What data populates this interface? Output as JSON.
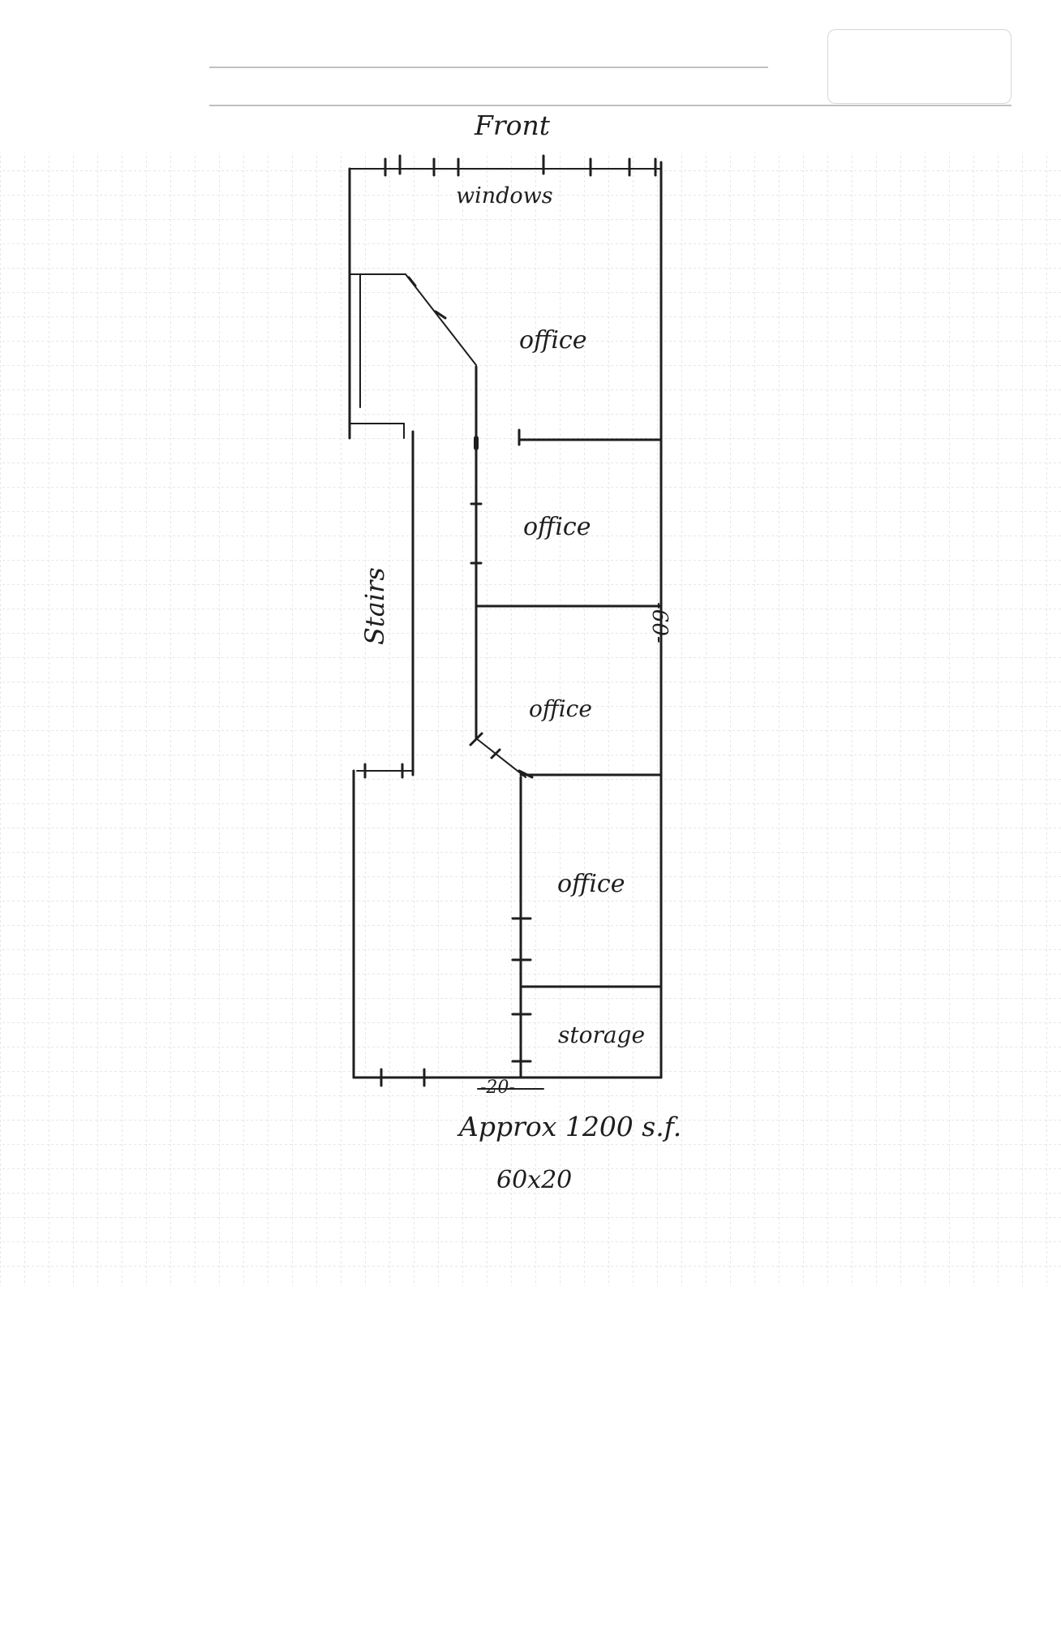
{
  "sheet": {
    "title": "Front",
    "labels": {
      "windows": "windows",
      "stairs": "Stairs",
      "depth_dimension": "-60-",
      "width_dimension": "-20-"
    },
    "rooms": [
      {
        "label": "office"
      },
      {
        "label": "office"
      },
      {
        "label": "office"
      },
      {
        "label": "office"
      },
      {
        "label": "storage"
      }
    ],
    "notes": {
      "area": "Approx 1200 s.f.",
      "size": "60x20"
    }
  },
  "colors": {
    "ink": "#1e1e1e",
    "grid": "#c4c4c4",
    "paper": "#ffffff"
  }
}
